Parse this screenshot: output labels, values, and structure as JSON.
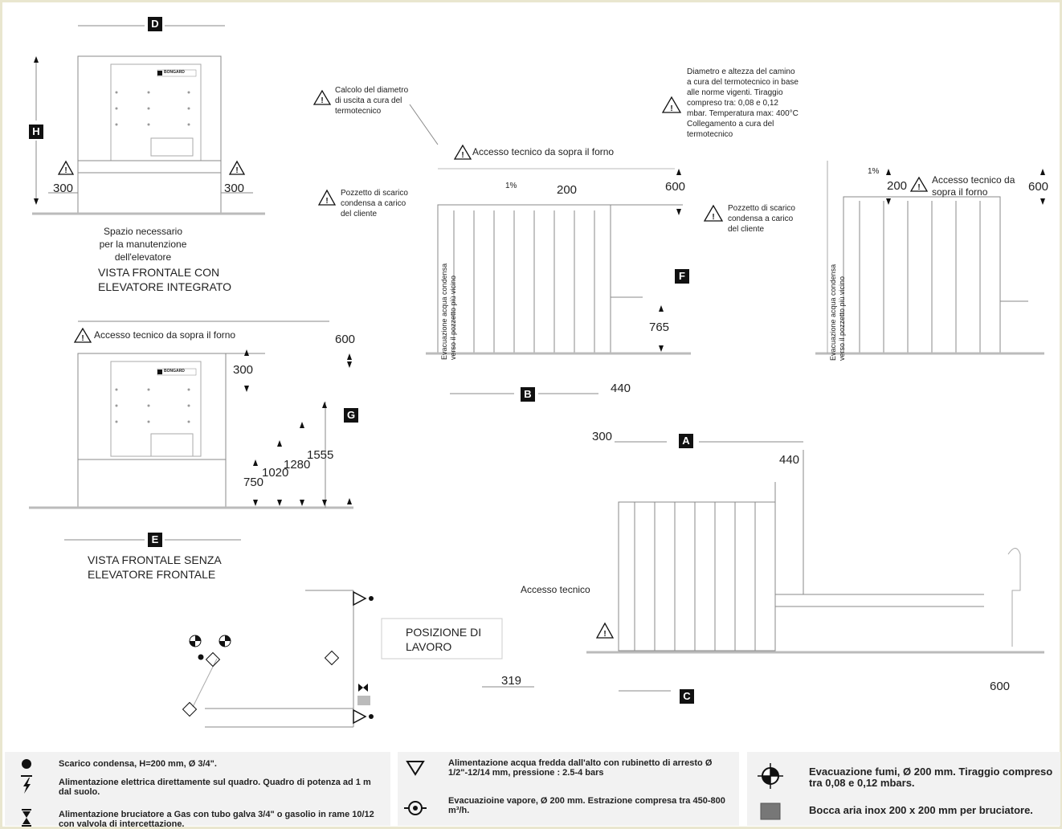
{
  "badges": {
    "D": "D",
    "H": "H",
    "F": "F",
    "B": "B",
    "G": "G",
    "E": "E",
    "A": "A",
    "C": "C"
  },
  "dims": {
    "d300_left": "300",
    "d300_right": "300",
    "d600_top": "600",
    "d200_top": "200",
    "d1pct_top": "1%",
    "d765": "765",
    "d440_top": "440",
    "d1pct_right": "1%",
    "d200_right": "200",
    "d600_right": "600",
    "d600_mid": "600",
    "d300_mid": "300",
    "d750": "750",
    "d1020": "1020",
    "d1280": "1280",
    "d1555": "1555",
    "d300_a": "300",
    "d440_a": "440",
    "d319": "319",
    "d600_bottom": "600"
  },
  "notes": {
    "calcolo": "Calcolo del diametro di uscita a cura del termotecnico",
    "accesso_top": "Accesso tecnico da sopra il forno",
    "pozzetto_left": "Pozzetto di scarico condensa a carico del cliente",
    "diametro": "Diametro e altezza del camino a cura del termotecnico in base alle norme vigenti. Tiraggio compreso tra: 0,08 e 0,12 mbar. Temperatura max: 400°C Collegamento a cura del termotecnico",
    "pozzetto_right": "Pozzetto di scarico condensa a carico del cliente",
    "accesso_right": "Accesso tecnico da sopra il forno",
    "accesso_mid": "Accesso tecnico da sopra il forno",
    "evac_left": "Evacuazione acqua condensa verso il pozzetto più vicino",
    "evac_right": "Evacuazione acqua condensa verso il pozzetto più vicino",
    "accesso_tecnico": "Accesso tecnico",
    "spazio": "Spazio necessario per la manutenzione dell'elevatore",
    "posizione": "POSIZIONE DI LAVORO",
    "brand": "BONGARD"
  },
  "views": {
    "con_elevatore": "VISTA FRONTALE CON ELEVATORE INTEGRATO",
    "senza_elevatore": "VISTA FRONTALE SENZA ELEVATORE FRONTALE"
  },
  "legend": {
    "item1": "Scarico condensa, H=200 mm, Ø 3/4\".",
    "item2": "Alimentazione elettrica direttamente sul quadro. Quadro di potenza ad 1 m dal suolo.",
    "item3": "Alimentazione bruciatore a Gas con tubo galva 3/4\" o gasolio in rame 10/12 con valvola di intercettazione.",
    "item4": "Alimentazione acqua fredda dall'alto con rubinetto di arresto Ø 1/2\"-12/14 mm, pressione : 2.5-4 bars",
    "item5": "Evacuazioine vapore, Ø 200 mm. Estrazione compresa tra 450-800 m³/h.",
    "item6": "Evacuazione fumi, Ø 200 mm. Tiraggio compreso tra 0,08 e 0,12 mbars.",
    "item7": "Bocca aria inox 200 x 200 mm per bruciatore."
  },
  "icons": [
    "dot-icon",
    "lightning-icon",
    "gas-valve-icon",
    "water-triangle-icon",
    "steam-target-icon",
    "fumes-crosshair-icon",
    "air-grid-icon",
    "warning-icon"
  ]
}
